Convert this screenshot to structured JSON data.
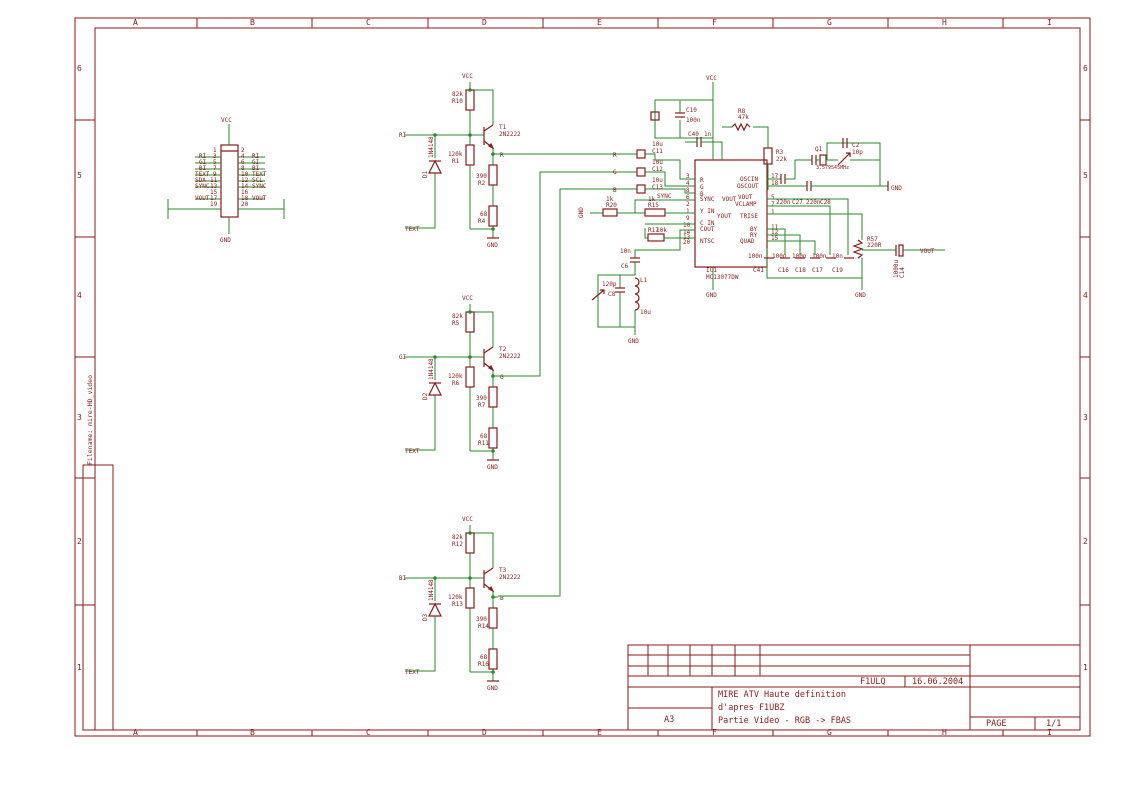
{
  "frame": {
    "cols": [
      "A",
      "B",
      "C",
      "D",
      "E",
      "F",
      "G",
      "H",
      "I"
    ],
    "rows": [
      "6",
      "5",
      "4",
      "3",
      "2",
      "1"
    ]
  },
  "filename": "Filename: mire-HD_video",
  "title_block": {
    "author": "F1ULQ",
    "date": "16.06.2004",
    "title1": "MIRE ATV Haute definition",
    "title2": "d'apres F1UBZ",
    "title3": "Partie Video - RGB -> FBAS",
    "size": "A3",
    "page_label": "PAGE",
    "page": "1/1"
  },
  "connector": {
    "vcc": "VCC",
    "gnd": "GND",
    "left": [
      "RI",
      "GI",
      "BI",
      "TEXT",
      "SDA",
      "SYNC",
      "VOUT"
    ],
    "right": [
      "RI",
      "GI",
      "BI",
      "TEXT",
      "SCL",
      "SYNC",
      "VOUT"
    ],
    "pins_left": [
      "1",
      "3",
      "5",
      "7",
      "9",
      "11",
      "13",
      "15",
      "17",
      "19"
    ],
    "pins_right": [
      "2",
      "4",
      "6",
      "8",
      "10",
      "12",
      "14",
      "16",
      "18",
      "20"
    ]
  },
  "stages": [
    {
      "input": "RI",
      "ref": "T1",
      "type": "2N2222",
      "r1": "R10",
      "r1v": "82k",
      "r2": "R1",
      "r2v": "120k",
      "r3": "R2",
      "r3v": "390",
      "r4": "R4",
      "r4v": "68",
      "d": "D1",
      "dv": "1N4148",
      "text": "TEXT",
      "vcc": "VCC",
      "gnd": "GND",
      "node": "R"
    },
    {
      "input": "GI",
      "ref": "T2",
      "type": "2N2222",
      "r1": "R5",
      "r1v": "82k",
      "r2": "R6",
      "r2v": "120k",
      "r3": "R7",
      "r3v": "390",
      "r4": "R11",
      "r4v": "68",
      "d": "D2",
      "dv": "1N4148",
      "text": "TEXT",
      "vcc": "VCC",
      "gnd": "GND",
      "node": "G"
    },
    {
      "input": "BI",
      "ref": "T3",
      "type": "2N2222",
      "r1": "R12",
      "r1v": "82k",
      "r2": "R13",
      "r2v": "120k",
      "r3": "R14",
      "r3v": "390",
      "r4": "R16",
      "r4v": "68",
      "d": "D3",
      "dv": "1N4148",
      "text": "TEXT",
      "vcc": "VCC",
      "gnd": "GND",
      "node": "B"
    }
  ],
  "encoder": {
    "vcc": "VCC",
    "gnd": "GND",
    "ic_ref": "IC1",
    "ic_name": "MC13077DW",
    "pins_left": [
      "3",
      "4",
      "8",
      "6",
      "2",
      "1",
      "9",
      "10",
      "14",
      "13",
      "20"
    ],
    "pins_right": [
      "17",
      "18",
      "5",
      "7",
      "1",
      "11",
      "12",
      "15"
    ],
    "names_left": [
      "R",
      "G",
      "B",
      "SYNC",
      "VOUT",
      "Y IN",
      "C IN",
      "COUT",
      "NTSC"
    ],
    "names_right": [
      "OSCIN",
      "OSCOUT",
      "VOUT",
      "VCLAMP",
      "YOUT",
      "TRISE",
      "BY",
      "RY",
      "QUAD"
    ],
    "c10": "C10",
    "c10v": "100n",
    "c11": "C11",
    "c11v": "10u",
    "c40": "C40",
    "c40v": "1n",
    "r8": "R8",
    "r8v": "47k",
    "r3": "R3",
    "r3v": "22k",
    "q1": "Q1",
    "q1v": "3.579545MHz",
    "c_trim": "C2",
    "c_trimv": "10p",
    "c27": "C27",
    "c27v": "220n",
    "c28": "C28",
    "c28v": "220n",
    "c8": "C8",
    "c8v": "120p",
    "c6": "C6",
    "c6v": "10n",
    "l1": "L1",
    "l1v": "10u",
    "r20": "R20",
    "r20v": "1k",
    "r15": "R15",
    "r15v": "1k",
    "r17": "R17",
    "r17v": "10k",
    "caps_bottom": [
      "C41",
      "C16",
      "C18",
      "C17",
      "C19"
    ],
    "caps_bottom_v": [
      "100n",
      "100n",
      "100n",
      "100n",
      "10n"
    ],
    "c11a": "10u",
    "c12": "C12",
    "c12v": "10u",
    "c13": "C13",
    "c13v": "10u",
    "rsync": "SYNC",
    "r57": "R57",
    "r57v": "220R",
    "c14": "C14",
    "c14v": "1000u",
    "vout": "VOUT",
    "r": "R",
    "g": "G",
    "b": "B"
  }
}
